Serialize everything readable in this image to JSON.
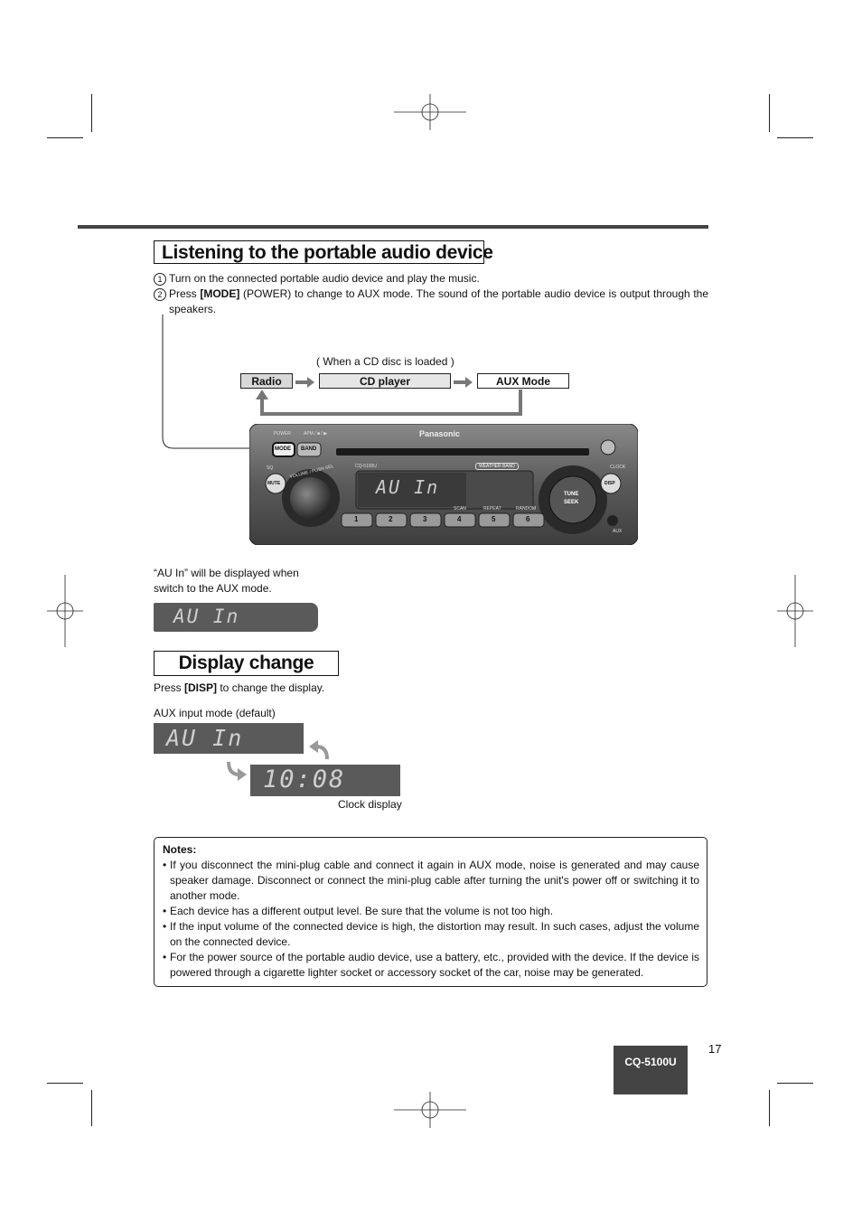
{
  "section1": {
    "title": "Listening to the portable audio device",
    "step1": {
      "num": "1",
      "text": "Turn on the connected portable audio device and play the music."
    },
    "step2": {
      "num": "2",
      "pre": "Press ",
      "key": "[MODE]",
      "post": " (POWER) to change to AUX mode. The sound of the portable audio device is output through the speakers."
    },
    "flow": {
      "note": "( When a CD disc is loaded )",
      "items": [
        "Radio",
        "CD player",
        "AUX Mode"
      ]
    },
    "radio_unit": {
      "brand": "Panasonic",
      "model": "CQ-5100U",
      "lcd": "AU In",
      "labels": {
        "power": "POWER",
        "apm": "APM / ■ / ▶",
        "mode": "MODE",
        "band": "BAND",
        "sq": "SQ",
        "mute": "MUTE",
        "volume": "VOLUME / PUSH SEL",
        "weather": "WEATHER BAND",
        "clock": "CLOCK",
        "disp": "DISP",
        "tune": "TUNE",
        "seek": "SEEK",
        "aux": "AUX",
        "scan": "SCAN",
        "repeat": "REPEAT",
        "random": "RANDOM",
        "presets": [
          "1",
          "2",
          "3",
          "4",
          "5",
          "6"
        ]
      }
    },
    "au_caption": "“AU In” will be displayed when switch to the AUX mode.",
    "au_lcd": "AU In"
  },
  "section2": {
    "title": "Display change",
    "instr_pre": "Press ",
    "instr_key": "[DISP]",
    "instr_post": " to change the display.",
    "mode_label": "AUX input mode (default)",
    "lcd1": "AU In",
    "lcd2": "10:08",
    "clock_label": "Clock display"
  },
  "notes": {
    "title": "Notes:",
    "items": [
      "If you disconnect the mini-plug cable and connect it again in AUX mode, noise is generated and may cause speaker damage. Disconnect or connect the mini-plug cable after turning the unit's power off or switching it to another mode.",
      "Each device has a different output level. Be sure that the volume is not too high.",
      "If the input volume of the connected device is high, the distortion may result. In such cases, adjust the volume on the connected device.",
      "For the power source of the portable audio device, use a battery, etc., provided with the device. If the device is powered through a cigarette lighter socket or accessory socket of the car, noise may be generated."
    ],
    "bullet": "•"
  },
  "footer": {
    "model": "CQ-5100U",
    "page": "17"
  }
}
